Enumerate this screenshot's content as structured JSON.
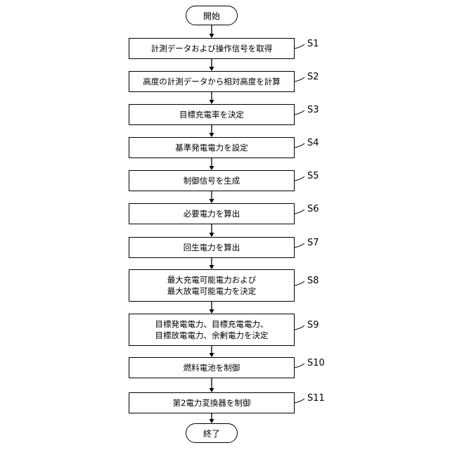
{
  "start": "開始",
  "end": "終了",
  "steps": [
    {
      "id": "S1",
      "lines": [
        "計測データおよび操作信号を取得"
      ]
    },
    {
      "id": "S2",
      "lines": [
        "高度の計測データから相対高度を計算"
      ]
    },
    {
      "id": "S3",
      "lines": [
        "目標充電率を決定"
      ]
    },
    {
      "id": "S4",
      "lines": [
        "基準発電電力を設定"
      ]
    },
    {
      "id": "S5",
      "lines": [
        "制御信号を生成"
      ]
    },
    {
      "id": "S6",
      "lines": [
        "必要電力を算出"
      ]
    },
    {
      "id": "S7",
      "lines": [
        "回生電力を算出"
      ]
    },
    {
      "id": "S8",
      "lines": [
        "最大充電可能電力および",
        "最大放電可能電力を決定"
      ]
    },
    {
      "id": "S9",
      "lines": [
        "目標発電電力、目標充電電力、",
        "目標放電電力、余剰電力を決定"
      ]
    },
    {
      "id": "S10",
      "lines": [
        "燃料電池を制御"
      ]
    },
    {
      "id": "S11",
      "lines": [
        "第2電力変換器を制御"
      ]
    }
  ]
}
